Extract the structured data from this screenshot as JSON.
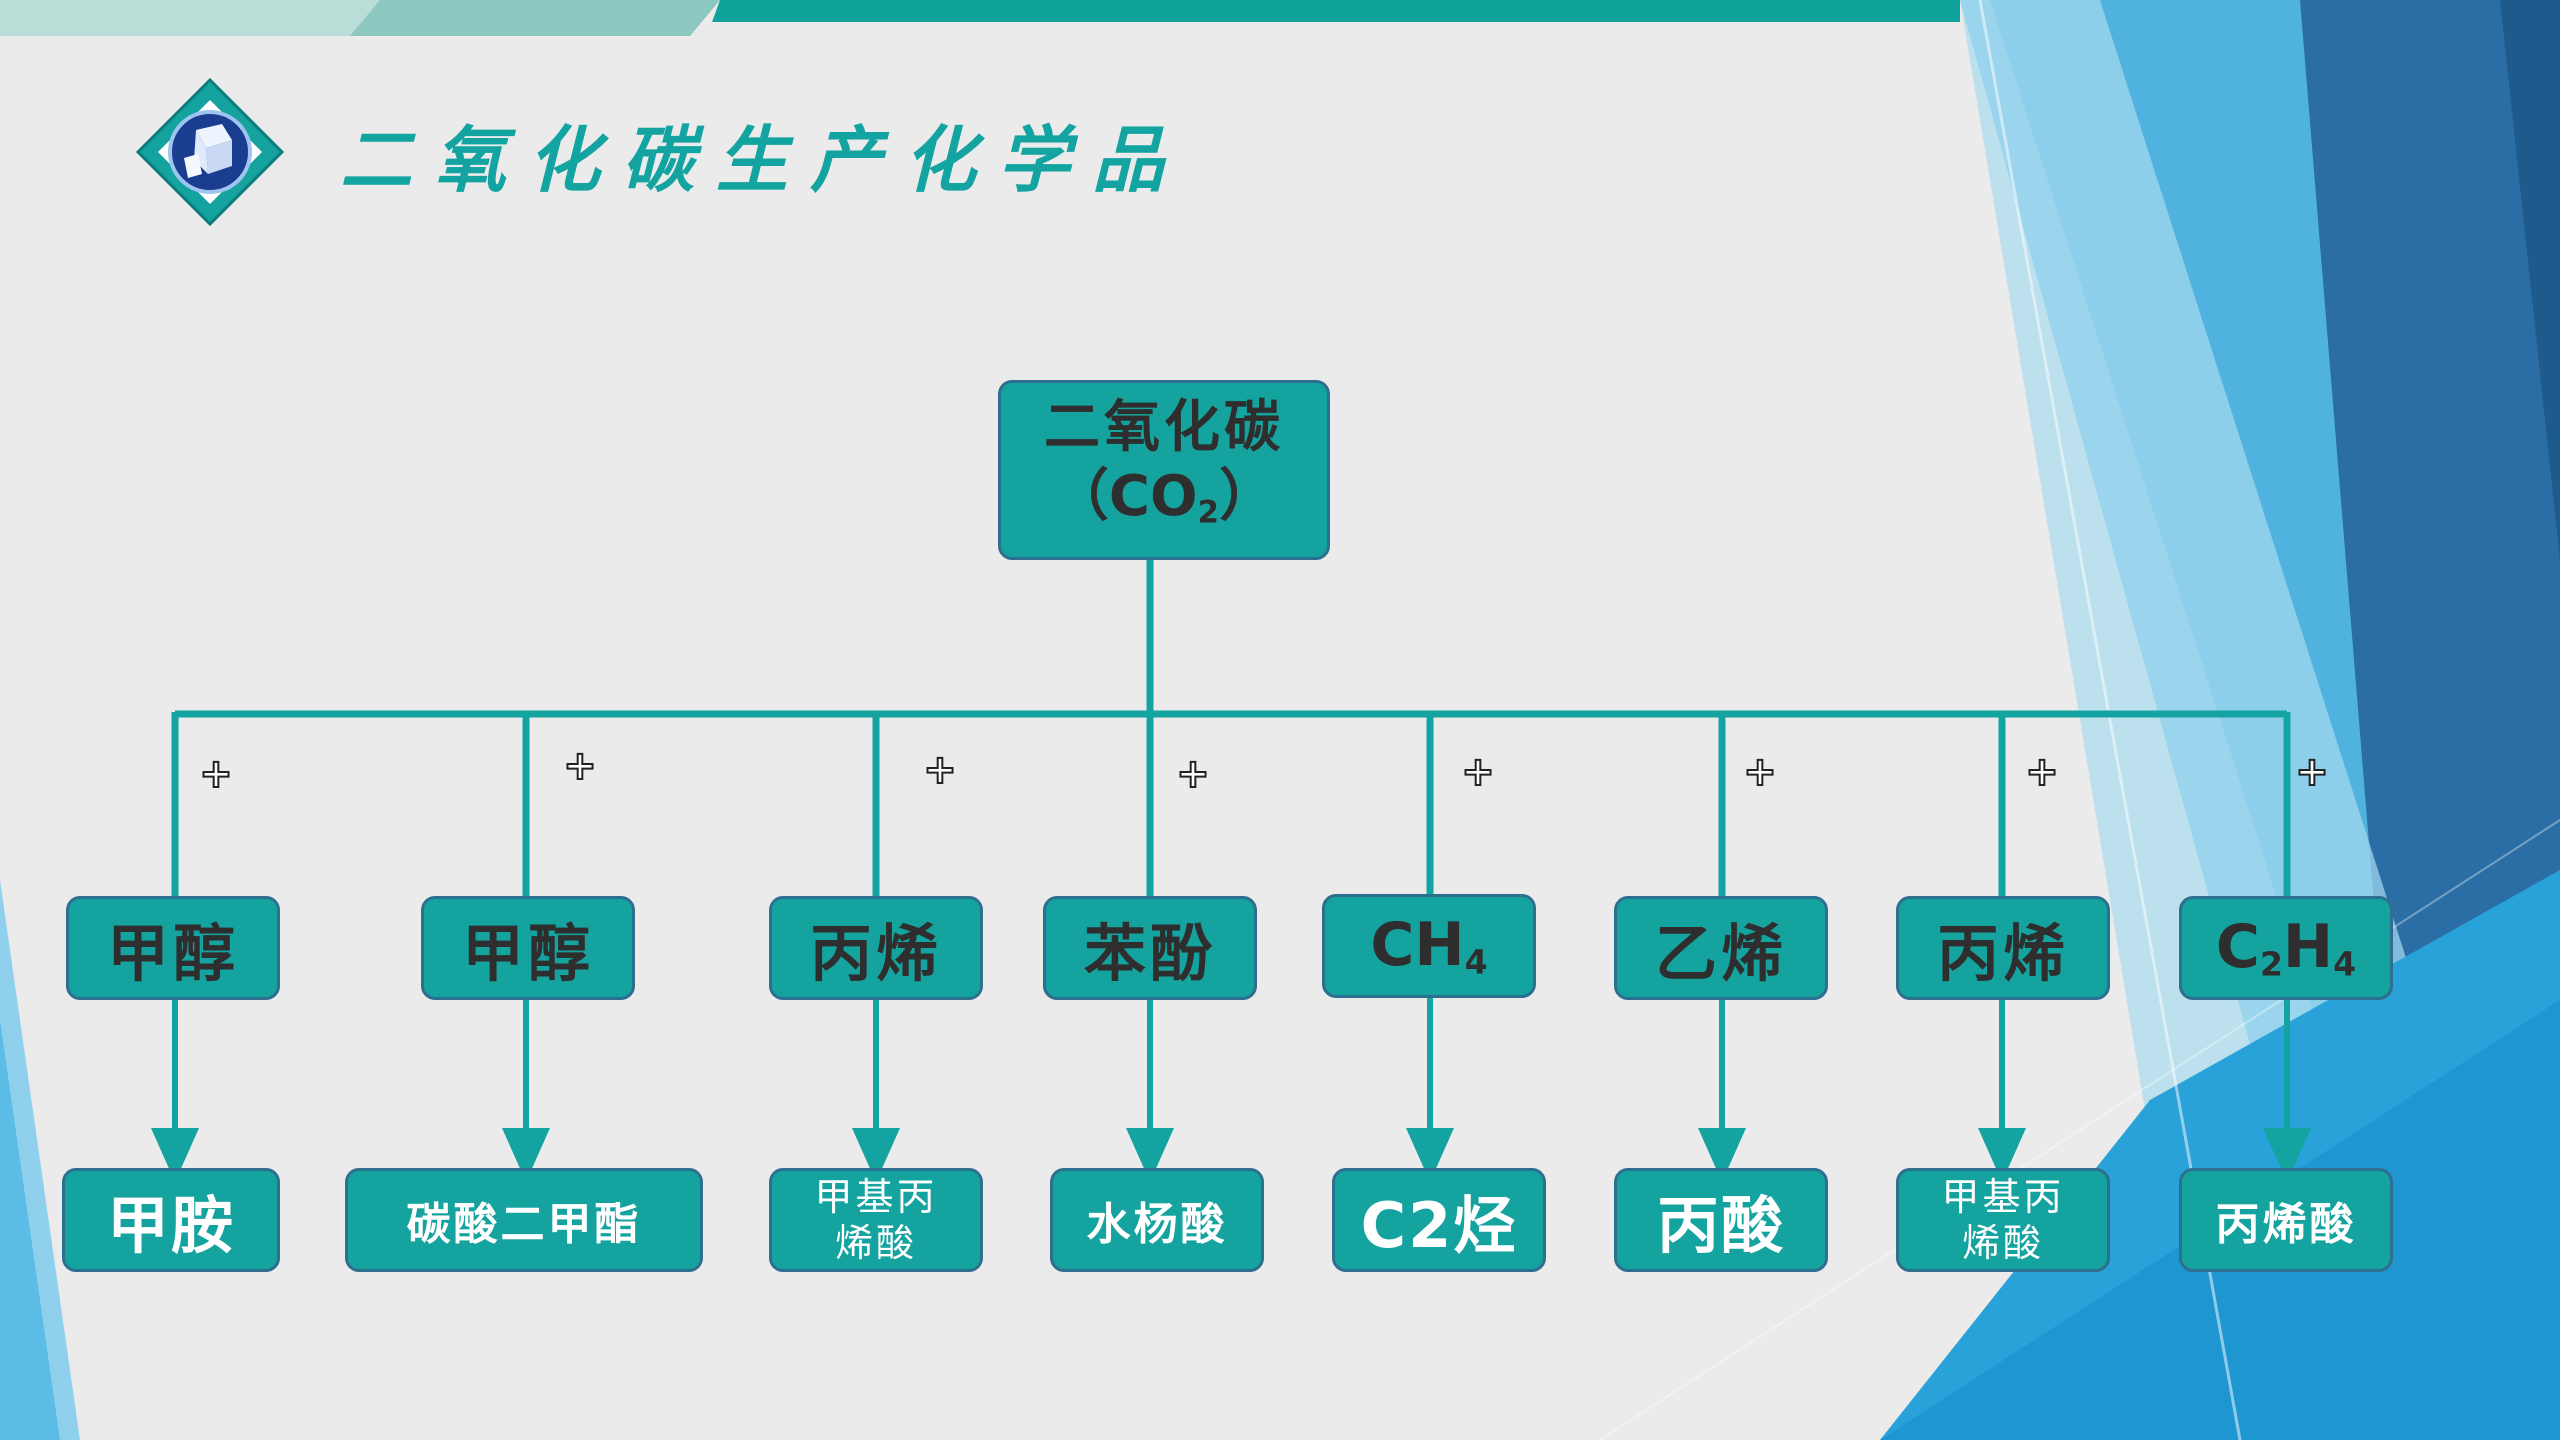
{
  "title": "二氧化碳生产化学品",
  "root": {
    "line1": "二氧化碳",
    "line2_open": "（CO",
    "line2_sub": "2",
    "line2_close": "）"
  },
  "plus_symbol": "+",
  "reactants": [
    {
      "text": "甲醇"
    },
    {
      "text": "甲醇"
    },
    {
      "text": "丙烯"
    },
    {
      "text": "苯酚"
    },
    {
      "text": "CH",
      "sub": "4"
    },
    {
      "text": "乙烯"
    },
    {
      "text": "丙烯"
    },
    {
      "text": "C",
      "sub": "2",
      "text2": "H",
      "sub2": "4"
    }
  ],
  "products": [
    {
      "text": "甲胺"
    },
    {
      "text": "碳酸二甲酯"
    },
    {
      "line1": "甲基丙",
      "line2": "烯酸"
    },
    {
      "text": "水杨酸"
    },
    {
      "text": "C2烃"
    },
    {
      "text": "丙酸"
    },
    {
      "line1": "甲基丙",
      "line2": "烯酸"
    },
    {
      "text": "丙烯酸"
    }
  ],
  "colors": {
    "node_fill": "#15a39f",
    "node_border": "#2d6f8f",
    "connector": "#13a3a0",
    "title": "#13a3a0",
    "background": "#ebebeb"
  }
}
